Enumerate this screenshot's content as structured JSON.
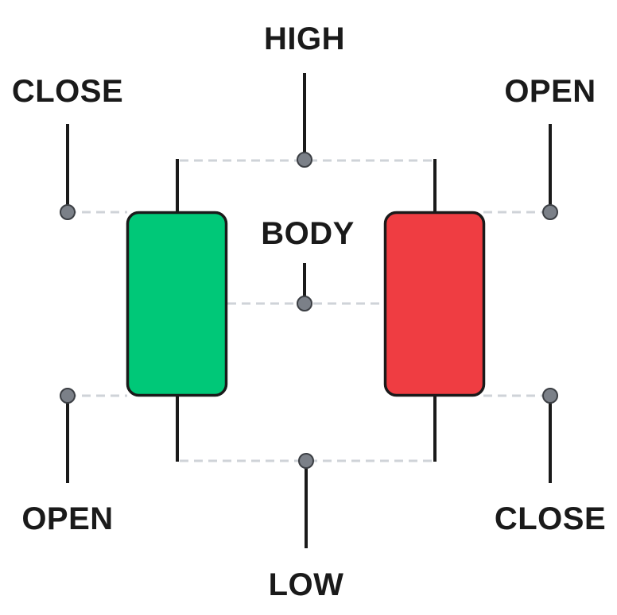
{
  "labels": {
    "high": "HIGH",
    "low": "LOW",
    "body": "BODY",
    "bullish_close": "CLOSE",
    "bullish_open": "OPEN",
    "bearish_open": "OPEN",
    "bearish_close": "CLOSE"
  },
  "colors": {
    "bullish_body": "#00c878",
    "bearish_body": "#ef3d42",
    "outline": "#1a1a1a",
    "guide_dash": "#cfd3d8",
    "marker_dot": "#7b8088"
  }
}
